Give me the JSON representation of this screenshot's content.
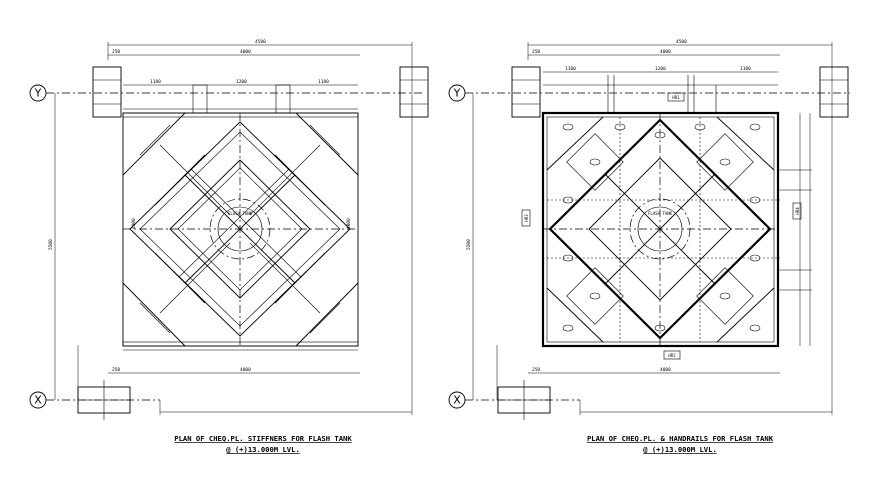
{
  "grid": {
    "top": "Y",
    "bottom": "X"
  },
  "left_plan": {
    "title": "PLAN OF CHEQ.PL. STIFFNERS FOR FLASH TANK",
    "subtitle": "@ (+)13.000M LVL.",
    "center_label": "FLASH TANK",
    "dims": {
      "overall": "4500",
      "inner": "4000",
      "offset": "250",
      "seg_a": "1180",
      "seg_b": "1200",
      "side": "4000",
      "vert": "5500"
    }
  },
  "right_plan": {
    "title": "PLAN OF CHEQ.PL. & HANDRAILS FOR FLASH TANK",
    "subtitle": "@ (+)13.000M LVL.",
    "center_label": "FLASH TANK",
    "dims": {
      "overall": "4500",
      "inner": "4000",
      "offset": "250",
      "seg_a": "1180",
      "seg_b": "1200",
      "seg_c": "1180",
      "vert": "5500"
    },
    "tags": {
      "top": "HR1",
      "bottom": "HR2",
      "left": "HR3",
      "right": "HR4"
    }
  }
}
